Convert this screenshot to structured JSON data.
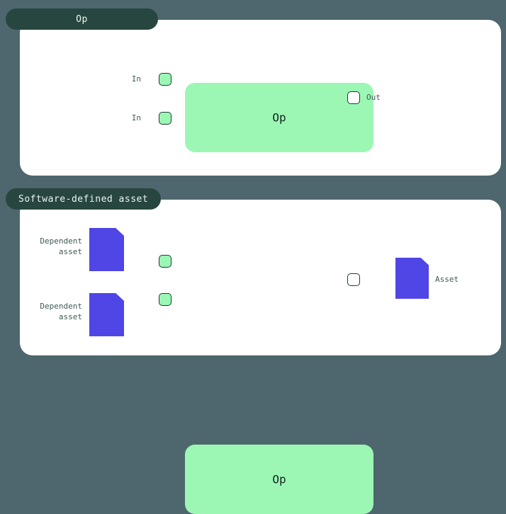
{
  "theme": {
    "background": "#4e666e",
    "panel_bg": "#ffffff",
    "tab_bg": "#27463f",
    "tab_text": "#eef5f2",
    "op_box_bg": "#9cf7b5",
    "port_border": "#1d3b33",
    "asset_icon": "#4f46e5",
    "label_text": "#3f5a55",
    "connector": "#1d3b33"
  },
  "panels": [
    {
      "tab_label": "Op",
      "op_label": "Op",
      "inputs": [
        {
          "label": "In"
        },
        {
          "label": "In"
        }
      ],
      "outputs": [
        {
          "label": "Out"
        }
      ]
    },
    {
      "tab_label": "Software-defined asset",
      "op_label": "Op",
      "inputs": [
        {
          "label": "Dependent\nasset",
          "icon": "document-icon"
        },
        {
          "label": "Dependent\nasset",
          "icon": "document-icon"
        }
      ],
      "outputs": [
        {
          "label": "Asset",
          "icon": "document-icon"
        }
      ]
    }
  ]
}
